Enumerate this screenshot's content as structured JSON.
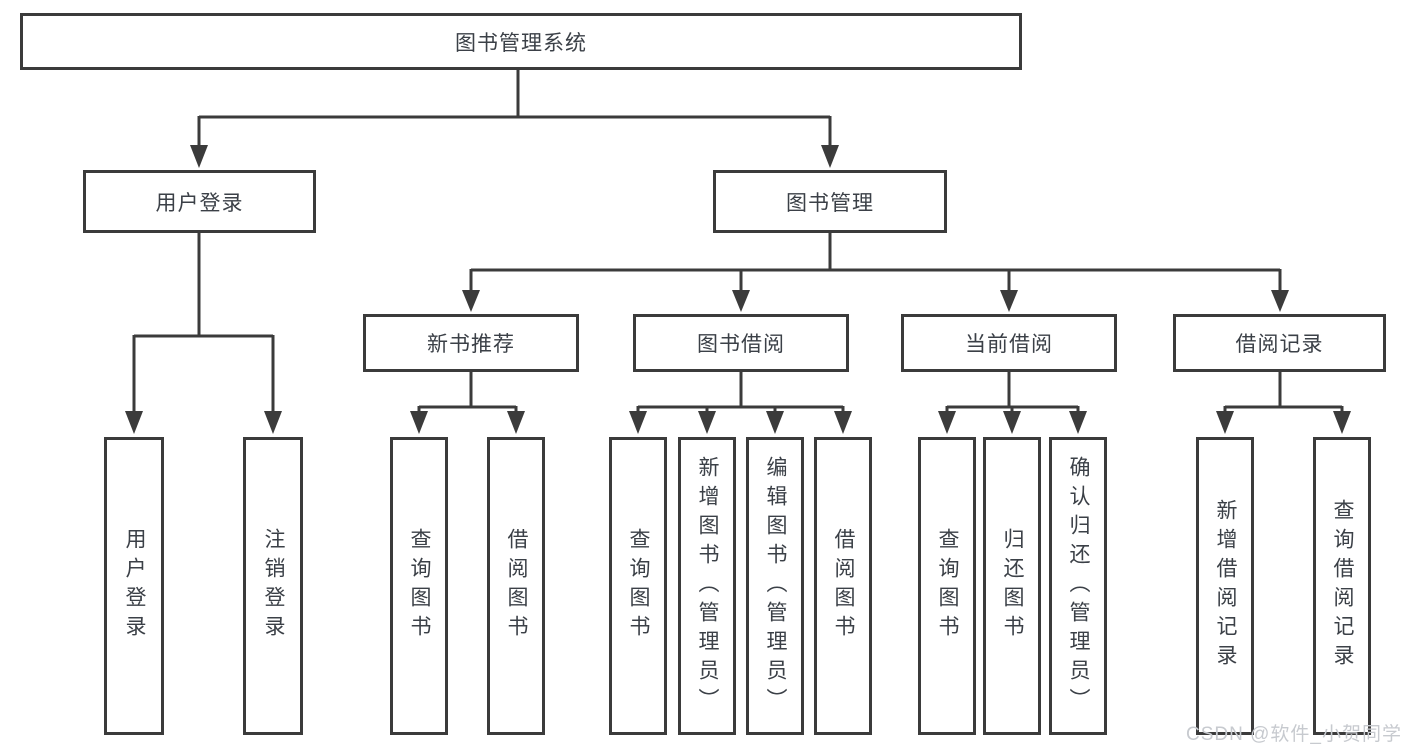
{
  "diagram": {
    "root": {
      "label": "图书管理系统"
    },
    "userLogin": {
      "label": "用户登录",
      "children": [
        "用户登录",
        "注销登录"
      ]
    },
    "bookManagement": {
      "label": "图书管理",
      "sections": [
        {
          "label": "新书推荐",
          "children": [
            "查询图书",
            "借阅图书"
          ]
        },
        {
          "label": "图书借阅",
          "children": [
            "查询图书",
            "新增图书（管理员）",
            "编辑图书（管理员）",
            "借阅图书"
          ]
        },
        {
          "label": "当前借阅",
          "children": [
            "查询图书",
            "归还图书",
            "确认归还（管理员）"
          ]
        },
        {
          "label": "借阅记录",
          "children": [
            "新增借阅记录",
            "查询借阅记录"
          ]
        }
      ]
    }
  },
  "watermark": "CSDN @软件_小贺同学",
  "colors": {
    "line": "#3b3b3b",
    "text": "#3b4047",
    "watermark": "#c7cacf",
    "background": "#ffffff"
  }
}
